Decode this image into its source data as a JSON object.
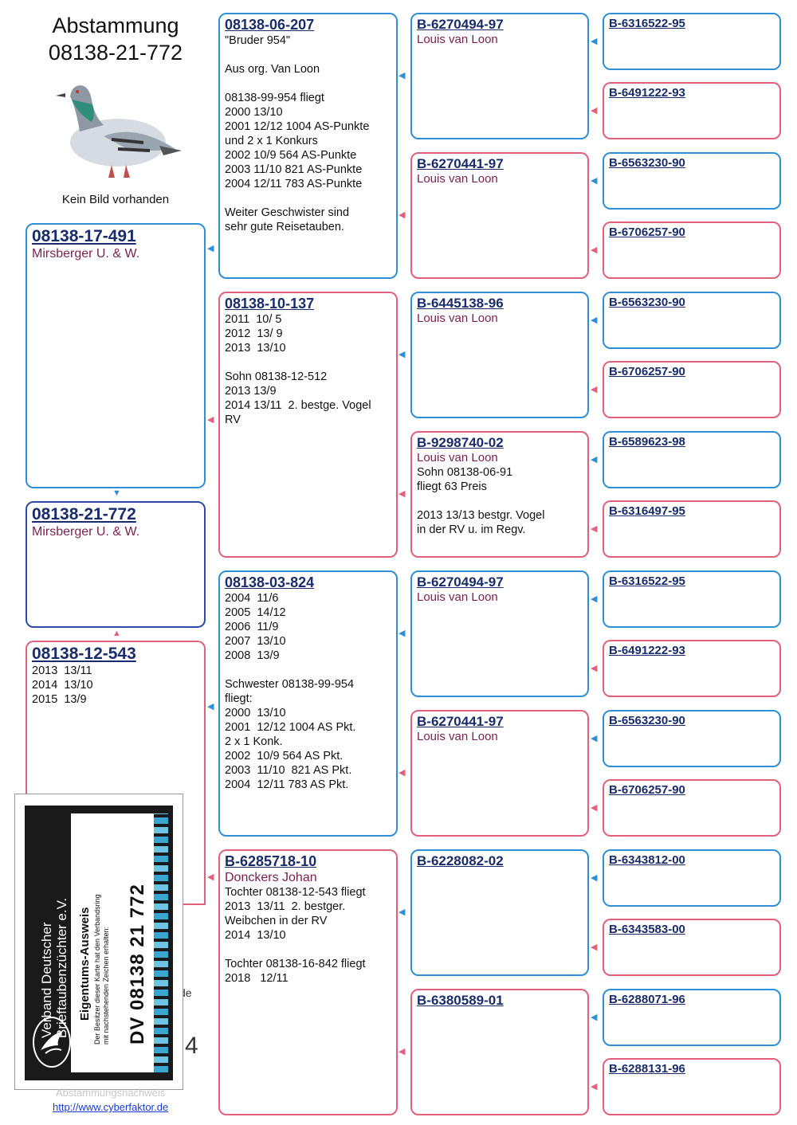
{
  "header": {
    "title_line1": "Abstammung",
    "title_line2": "08138-21-772",
    "photo_caption": "Kein Bild vorhanden"
  },
  "subject": {
    "ring": "08138-21-772",
    "owner": "Mirsberger U. & W."
  },
  "parents": {
    "father": {
      "ring": "08138-17-491",
      "owner": "Mirsberger U. & W."
    },
    "mother": {
      "ring": "08138-12-543",
      "text": "2013  13/11\n2014  13/10\n2015  13/9"
    }
  },
  "grandparents": {
    "ff": {
      "ring": "08138-06-207",
      "text": "\"Bruder 954\"\n\nAus org. Van Loon\n\n08138-99-954 fliegt\n2000 13/10\n2001 12/12 1004 AS-Punkte\nund 2 x 1 Konkurs\n2002 10/9 564 AS-Punkte\n2003 11/10 821 AS-Punkte\n2004 12/11 783 AS-Punkte\n\nWeiter Geschwister sind\nsehr gute Reisetauben."
    },
    "fm": {
      "ring": "08138-10-137",
      "text": "2011  10/ 5\n2012  13/ 9\n2013  13/10\n\nSohn 08138-12-512\n2013 13/9\n2014 13/11  2. bestge. Vogel\nRV"
    },
    "mf": {
      "ring": "08138-03-824",
      "text": "2004  11/6\n2005  14/12\n2006  11/9\n2007  13/10\n2008  13/9\n\nSchwester 08138-99-954\nfliegt:\n2000  13/10\n2001  12/12 1004 AS Pkt.\n2 x 1 Konk.\n2002  10/9 564 AS Pkt.\n2003  11/10  821 AS Pkt.\n2004  12/11 783 AS Pkt."
    },
    "mm": {
      "ring": "B-6285718-10",
      "owner": "Donckers Johan",
      "text": "Tochter 08138-12-543 fliegt\n2013  13/11  2. bestger.\nWeibchen in der RV\n2014  13/10\n\nTochter 08138-16-842 fliegt\n2018   12/11"
    }
  },
  "great_grandparents": [
    {
      "ring": "B-6270494-97",
      "owner": "Louis van Loon",
      "text": ""
    },
    {
      "ring": "B-6270441-97",
      "owner": "Louis van Loon",
      "text": ""
    },
    {
      "ring": "B-6445138-96",
      "owner": "Louis van Loon",
      "text": ""
    },
    {
      "ring": "B-9298740-02",
      "owner": "Louis van Loon",
      "text": "Sohn 08138-06-91\nfliegt 63 Preis\n\n2013 13/13 bestgr. Vogel\nin der RV u. im Regv."
    },
    {
      "ring": "B-6270494-97",
      "owner": "Louis van Loon",
      "text": ""
    },
    {
      "ring": "B-6270441-97",
      "owner": "Louis van Loon",
      "text": ""
    },
    {
      "ring": "B-6228082-02",
      "owner": "",
      "text": ""
    },
    {
      "ring": "B-6380589-01",
      "owner": "",
      "text": ""
    }
  ],
  "gen4": [
    "B-6316522-95",
    "B-6491222-93",
    "B-6563230-90",
    "B-6706257-90",
    "B-6563230-90",
    "B-6706257-90",
    "B-6589623-98",
    "B-6316497-95",
    "B-6316522-95",
    "B-6491222-93",
    "B-6563230-90",
    "B-6706257-90",
    "B-6343812-00",
    "B-6343583-00",
    "B-6288071-96",
    "B-6288131-96"
  ],
  "card": {
    "org": "Verband Deutscher\nBrieftaubenzüchter e.V.",
    "heading": "Eigentums-Ausweis",
    "sub": "Der Besitzer dieser Karte hat den Verbandsring\nmit nachstehenden Zeichen erhalten:",
    "number": "DV 08138 21 772"
  },
  "footer": {
    "faded": "Abstammungsnachweis",
    "link": "http://www.cyberfaktor.de"
  },
  "stray": {
    "a": "de",
    "b": "4"
  },
  "colors": {
    "male": "#2f8fd6",
    "female": "#e0607e",
    "subject": "#2c4aa8",
    "ring_text": "#1a2c6b",
    "owner_text": "#7a1f4f"
  }
}
